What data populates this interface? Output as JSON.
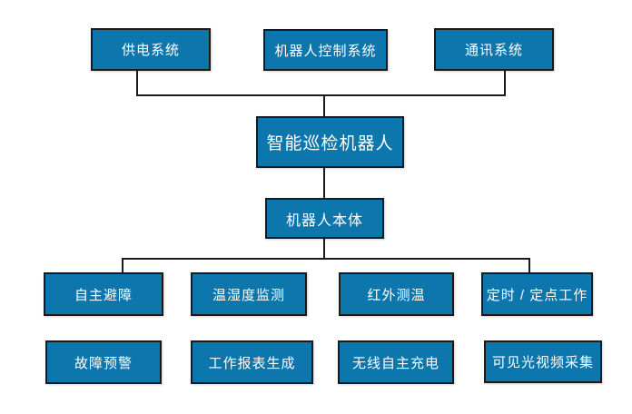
{
  "colors": {
    "box-fill": "#0D76AC",
    "box-border": "#1A1A1A",
    "line": "#1A1A1A",
    "box-text": "#FFFFFF",
    "background": "#FFFFFF"
  },
  "nodes": {
    "power": "供电系统",
    "control": "机器人控制系统",
    "comm": "通讯系统",
    "robot": "智能巡检机器人",
    "body": "机器人本体",
    "obstacle": "自主避障",
    "humidity": "温湿度监测",
    "infrared": "红外测温",
    "schedule": "定时 / 定点工作",
    "fault": "故障预警",
    "report": "工作报表生成",
    "charge": "无线自主充电",
    "video": "可见光视频采集"
  }
}
